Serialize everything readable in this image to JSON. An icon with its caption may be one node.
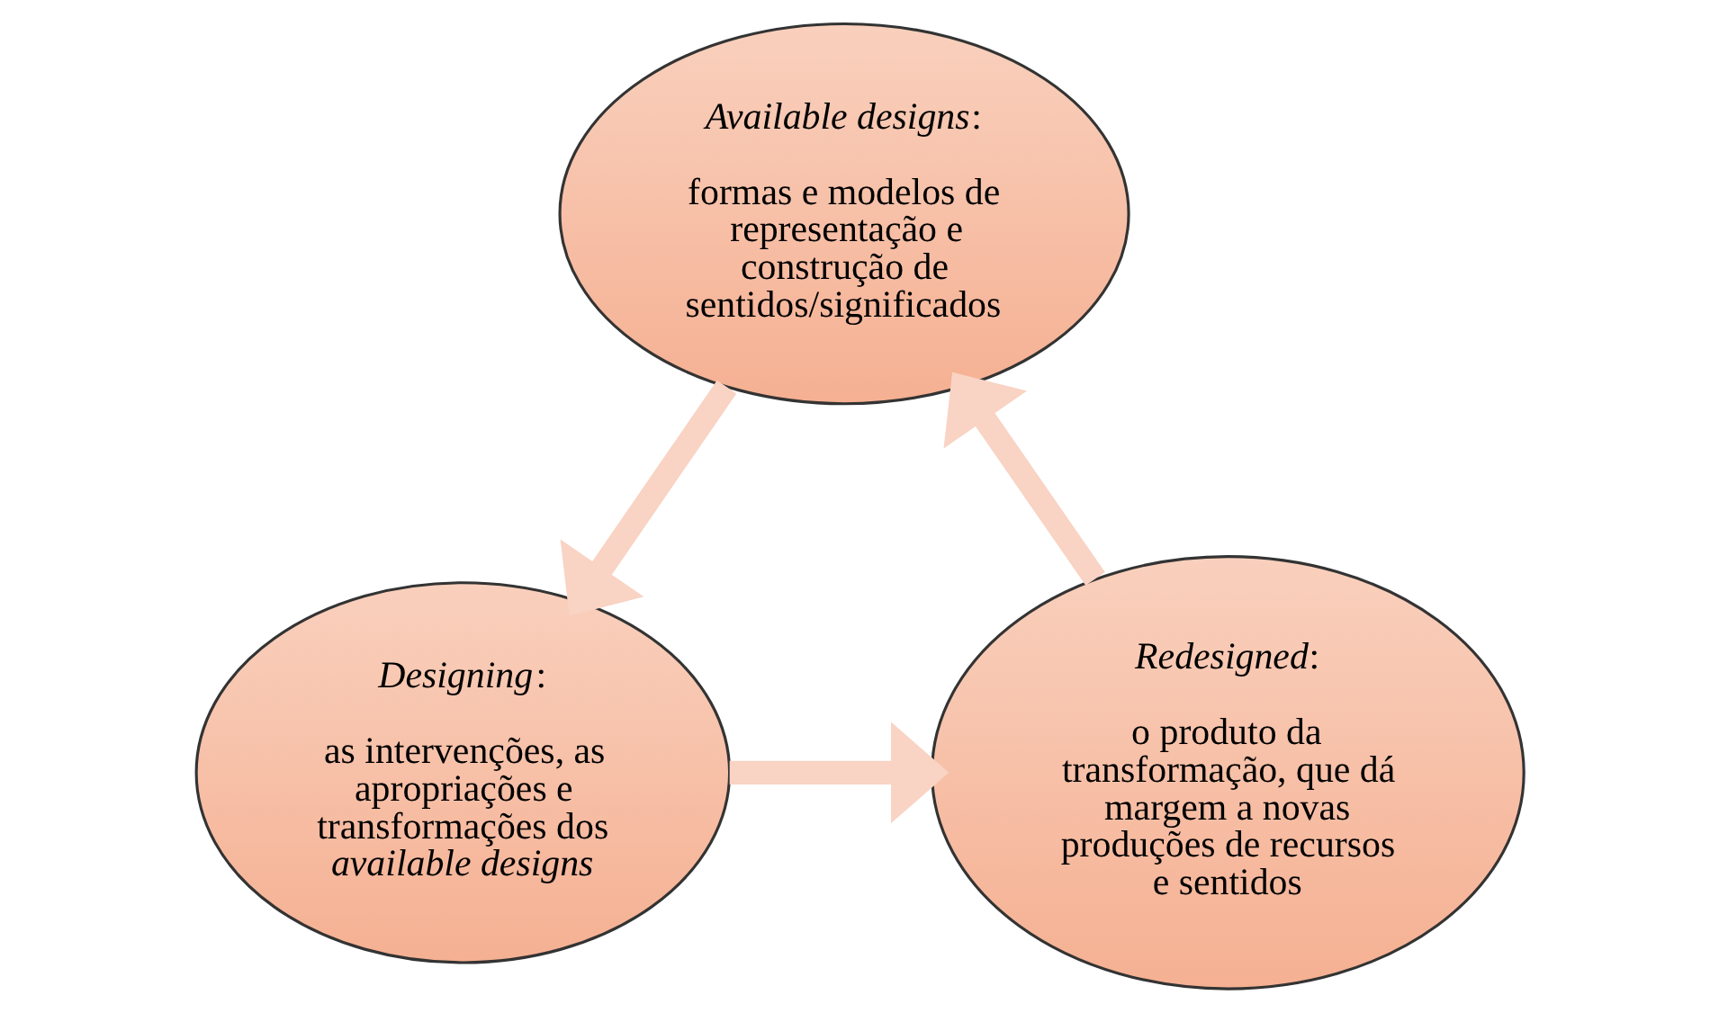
{
  "diagram": {
    "nodes": [
      {
        "text": [
          "*Available designs*:",
          "formas e modelos de representação e construção de sentidos/significados"
        ]
      },
      {
        "text": [
          "*Designing*:",
          "as intervenções, as apropriações e transformações dos *available designs*"
        ]
      },
      {
        "text": [
          "*Redesigned*:",
          "o produto da transformação, que dá margem a novas produções de recursos e sentidos"
        ]
      }
    ],
    "edges": [
      {
        "from": 0,
        "to": 1,
        "arrow": "to"
      },
      {
        "from": 1,
        "to": 2,
        "arrow": "to"
      },
      {
        "from": 2,
        "to": 0,
        "arrow": "to"
      }
    ]
  }
}
